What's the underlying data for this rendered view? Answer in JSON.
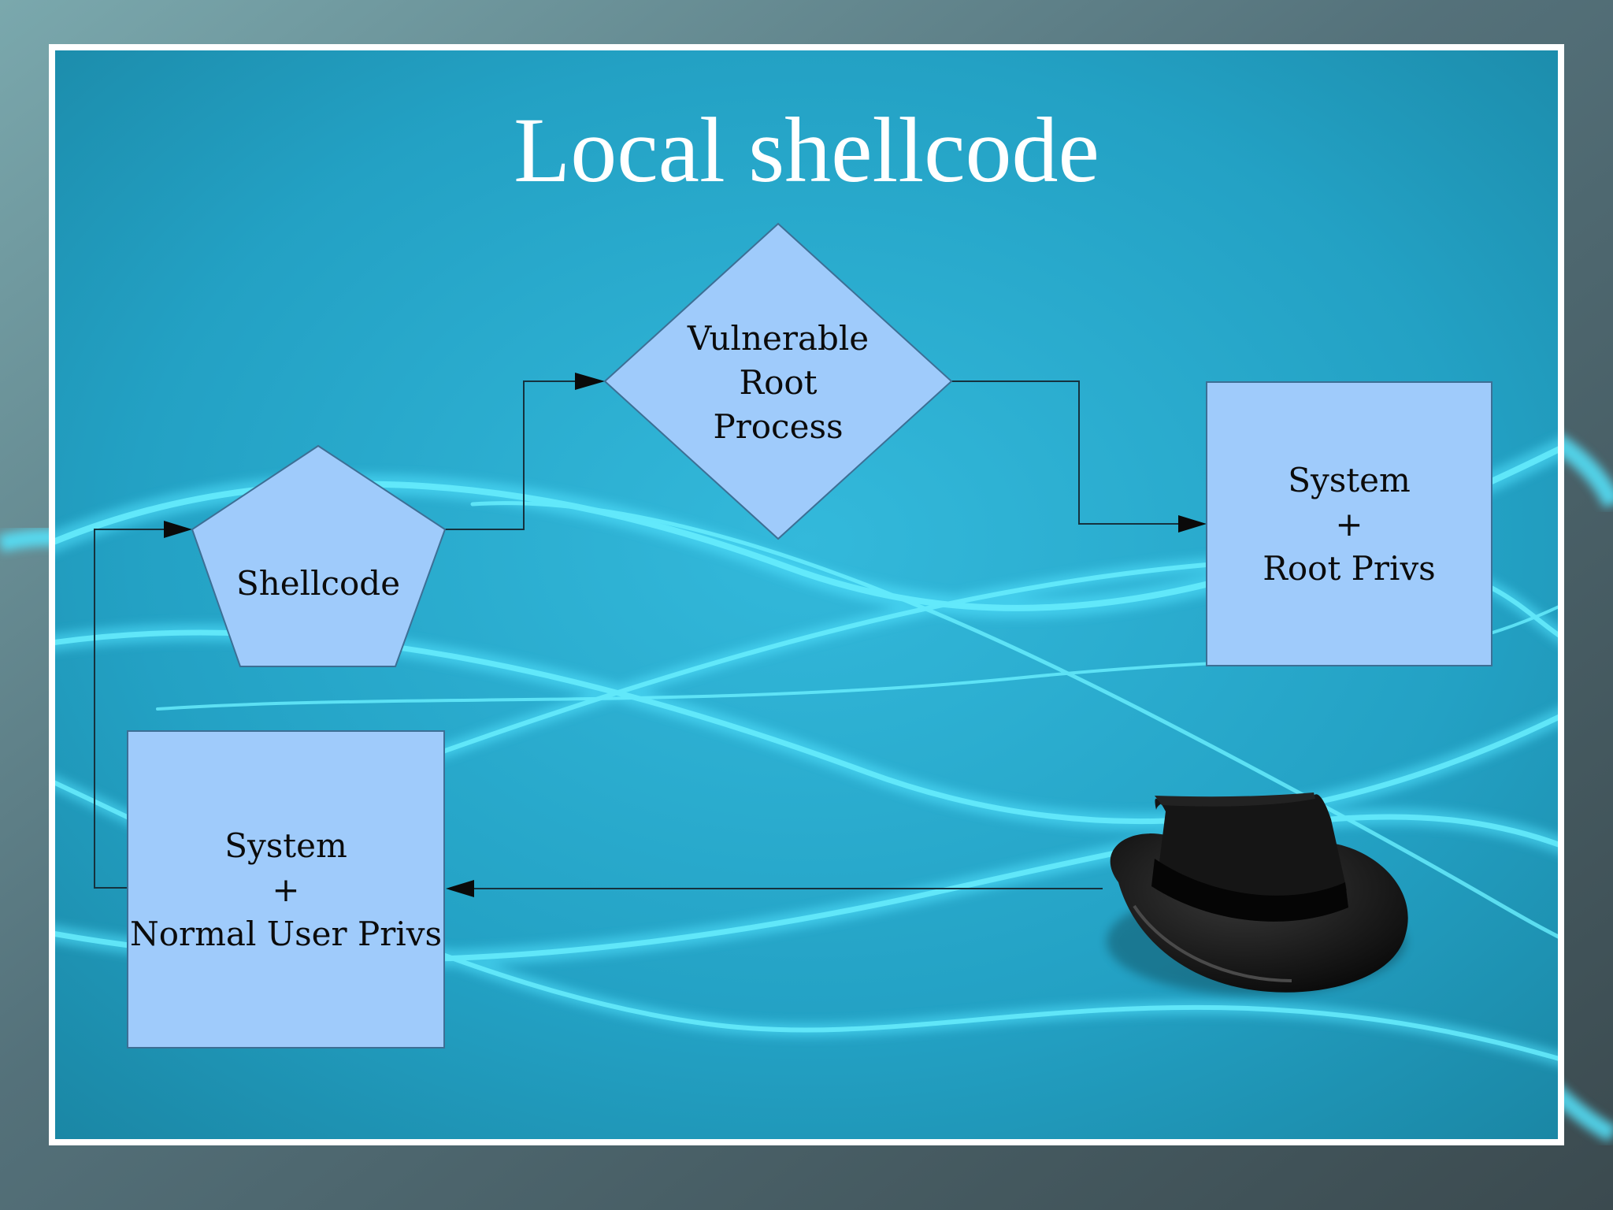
{
  "slide": {
    "title": "Local shellcode"
  },
  "diagram": {
    "nodes": {
      "vulnerable_root_process": {
        "lines": [
          "Vulnerable",
          "Root",
          "Process"
        ]
      },
      "shellcode": {
        "lines": [
          "Shellcode"
        ]
      },
      "system_root_privs": {
        "lines": [
          "System",
          "+",
          "Root Privs"
        ]
      },
      "system_normal_user_privs": {
        "lines": [
          "System",
          "+",
          "Normal User Privs"
        ]
      }
    },
    "edges": [
      {
        "from": "system_normal_user_privs",
        "to": "shellcode"
      },
      {
        "from": "shellcode",
        "to": "vulnerable_root_process"
      },
      {
        "from": "vulnerable_root_process",
        "to": "system_root_privs"
      },
      {
        "from": "black_hat",
        "to": "system_normal_user_privs"
      }
    ]
  },
  "colors": {
    "shape_fill": "#9fcbfb",
    "shape_stroke": "#3d6f95",
    "connector": "#15323e",
    "frame": "#ffffff"
  },
  "images": {
    "black_hat": "black-fedora-hat-icon"
  }
}
